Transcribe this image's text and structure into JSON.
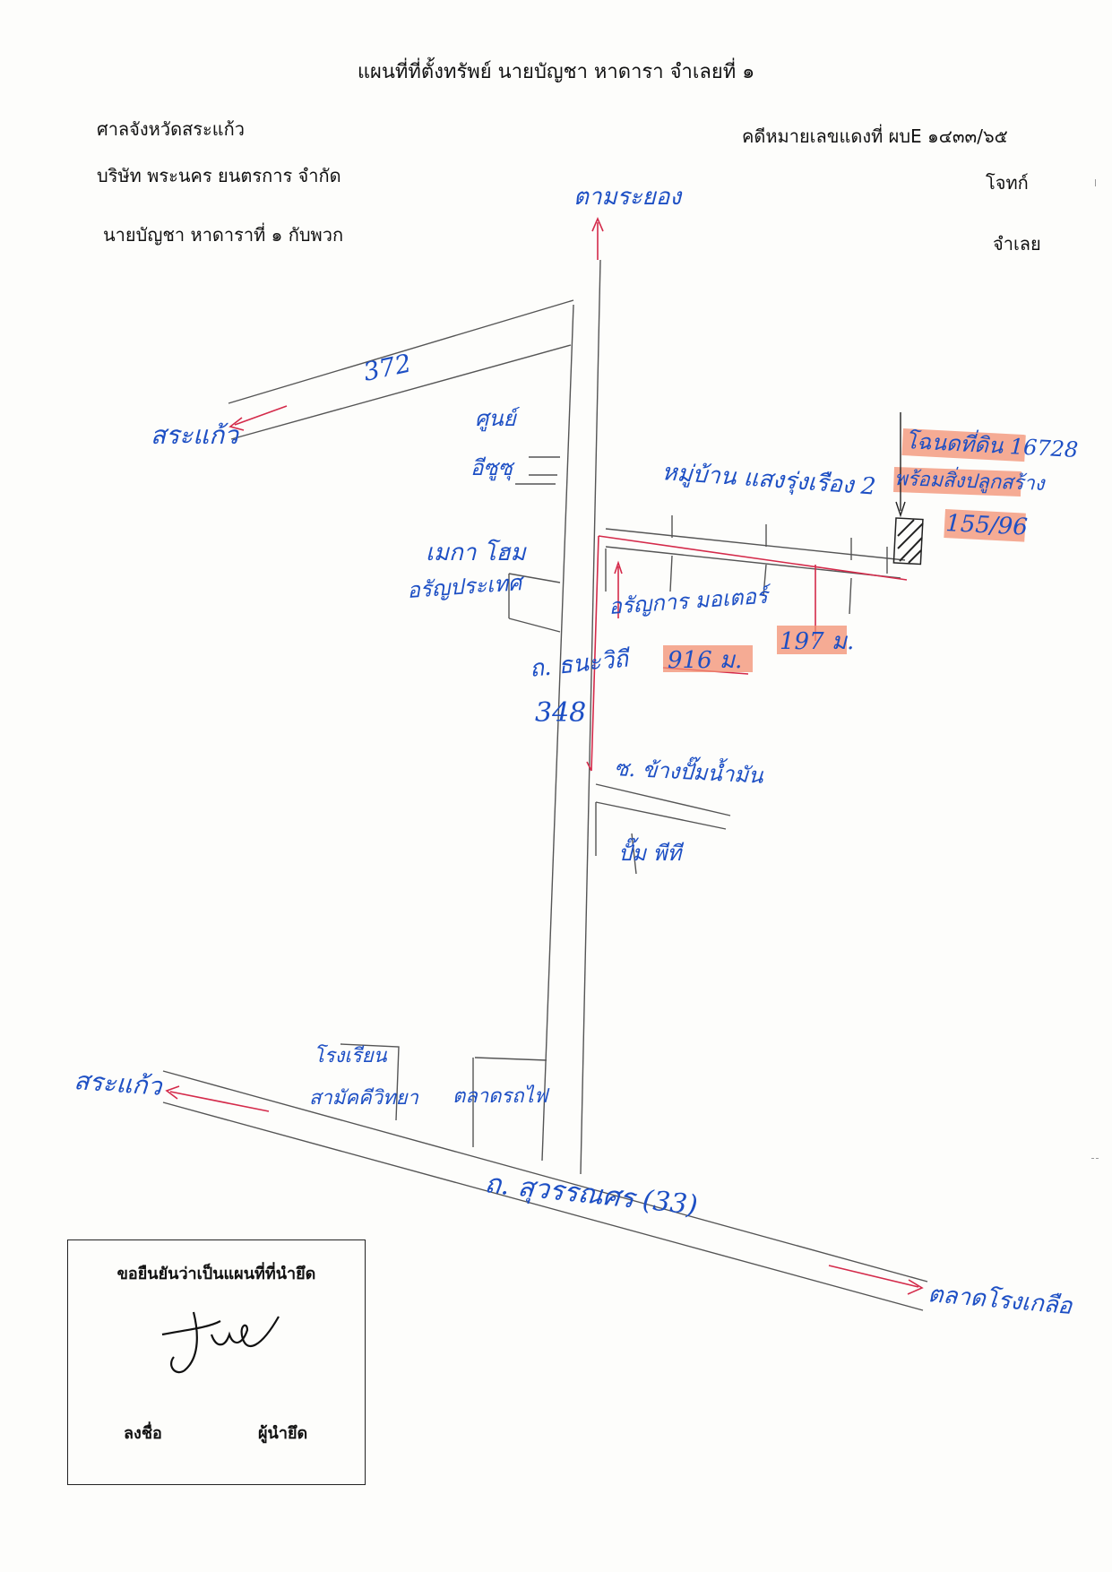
{
  "header": {
    "title": "แผนที่ที่ตั้งทรัพย์ นายบัญชา หาดารา จำเลยที่ ๑",
    "court": "ศาลจังหวัดสระแก้ว",
    "case_no": "คดีหมายเลขแดงที่ ผบE ๑๔๓๓/๖๕",
    "plaintiff_name": "บริษัท พระนคร ยนตรการ จำกัด",
    "plaintiff_role": "โจทก์",
    "defendant_name": "นายบัญชา หาดาราที่ ๑ กับพวก",
    "defendant_role": "จำเลย"
  },
  "map": {
    "to_rayong": "ตามระยอง",
    "road_372": "372",
    "to_sakaeo_top": "สระแก้ว",
    "health_center_1": "ศูนย์",
    "health_center_2": "อีซูซุ",
    "village_label": "หมู่บ้าน แสงรุ่งเรือง 2",
    "deed_label": "โฉนดที่ดิน 16728",
    "house_label": "พร้อมสิ่งปลูกสร้าง",
    "house_no": "155/96",
    "shop_1": "เมกา โฮม",
    "shop_2": "อรัญประเทศ",
    "dealer": "อรัญการ มอเตอร์",
    "dist_916": "916 ม.",
    "dist_197": "197 ม.",
    "road_thanawithi": "ถ. ธนะวิถี",
    "road_348": "348",
    "soi_label": "ซ. ข้างปั๊มน้ำมัน",
    "gas_station": "ปั๊ม พีที",
    "school_1": "โรงเรียน",
    "school_2": "สามัคคีวิทยา",
    "market_tokai": "ตลาดรถไฟ",
    "to_sakaeo_bottom": "สระแก้ว",
    "road_suwannason": "ถ. สุวรรณศร (33)",
    "to_rongkluea": "ตลาดโรงเกลือ"
  },
  "confirm": {
    "text": "ขอยืนยันว่าเป็นแผนที่ที่นำยึด",
    "sign_label": "ลงชื่อ",
    "seizer_label": "ผู้นำยึด"
  },
  "colors": {
    "ink_blue": "#1d4fc4",
    "arrow_red": "#d42a4a",
    "highlight_orange": "#f28f72"
  }
}
